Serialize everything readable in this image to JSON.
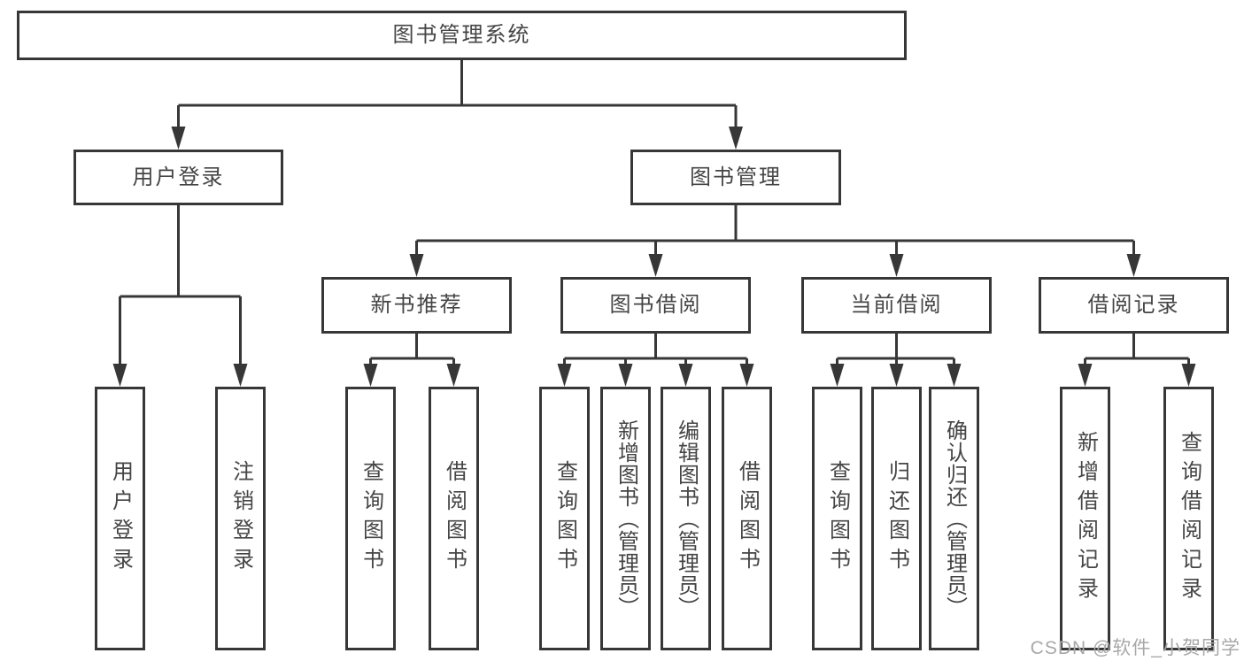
{
  "tree": {
    "root": {
      "label": "图书管理系统"
    },
    "children": [
      {
        "label": "用户登录",
        "children": [
          {
            "label": "用户登录"
          },
          {
            "label": "注销登录"
          }
        ]
      },
      {
        "label": "图书管理",
        "children": [
          {
            "label": "新书推荐",
            "children": [
              {
                "label": "查询图书"
              },
              {
                "label": "借阅图书"
              }
            ]
          },
          {
            "label": "图书借阅",
            "children": [
              {
                "label": "查询图书"
              },
              {
                "label": "新增图书（管理员）"
              },
              {
                "label": "编辑图书（管理员）"
              },
              {
                "label": "借阅图书"
              }
            ]
          },
          {
            "label": "当前借阅",
            "children": [
              {
                "label": "查询图书"
              },
              {
                "label": "归还图书"
              },
              {
                "label": "确认归还（管理员）"
              }
            ]
          },
          {
            "label": "借阅记录",
            "children": [
              {
                "label": "新增借阅记录"
              },
              {
                "label": "查询借阅记录"
              }
            ]
          }
        ]
      }
    ]
  },
  "watermark": "CSDN @软件_小贺同学",
  "colors": {
    "line": "#373737",
    "text": "#454545",
    "watermark": "#a8a8a8",
    "background": "#ffffff"
  }
}
